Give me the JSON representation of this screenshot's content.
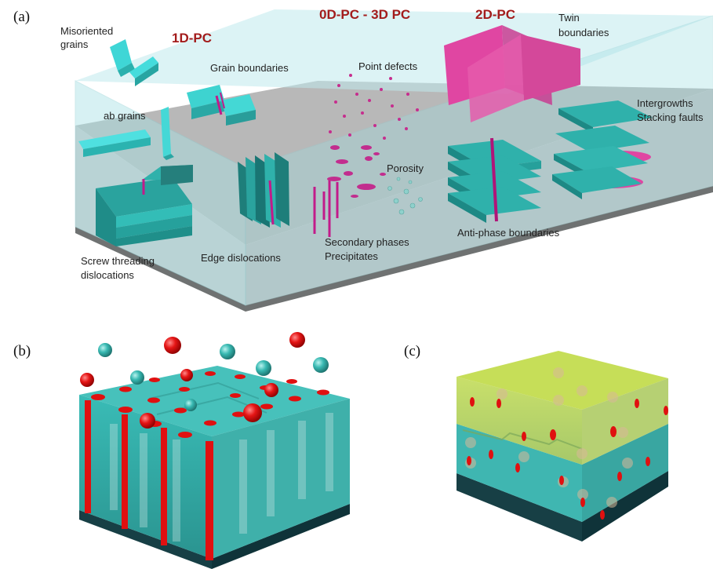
{
  "panels": {
    "a": "(a)",
    "b": "(b)",
    "c": "(c)"
  },
  "headers": {
    "pc1d": "1D-PC",
    "pc0d3d": "0D-PC - 3D PC",
    "pc2d": "2D-PC",
    "color": "#a31c1c"
  },
  "labels": {
    "misoriented_1": "Misoriented",
    "misoriented_2": "grains",
    "grain_boundaries": "Grain boundaries",
    "point_defects": "Point defects",
    "twin_1": "Twin",
    "twin_2": "boundaries",
    "ab_grains": "ab grains",
    "intergrowths": "Intergrowths",
    "stacking_faults": "Stacking faults",
    "porosity": "Porosity",
    "screw_1": "Screw threading",
    "screw_2": "dislocations",
    "edge_dislocations": "Edge dislocations",
    "secondary_phases": "Secondary phases",
    "precipitates": "Precipitates",
    "anti_phase": "Anti-phase boundaries"
  },
  "colors": {
    "teal": "#2fb1aa",
    "cyan": "#3fd6d6",
    "magenta": "#e0409a",
    "red": "#e01010",
    "olive": "#b7d54b",
    "substrate": "#7e8181"
  }
}
